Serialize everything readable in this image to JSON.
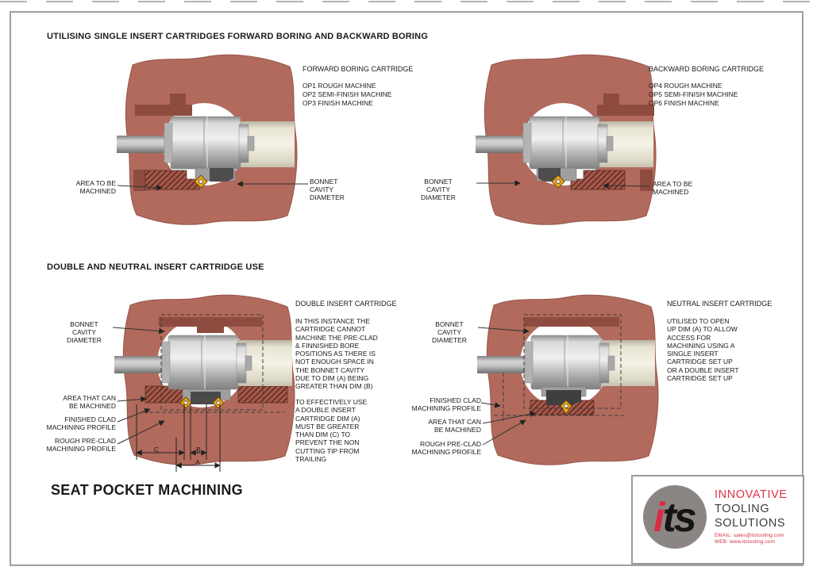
{
  "titles": {
    "section1": "UTILISING SINGLE INSERT CARTRIDGES FORWARD BORING AND BACKWARD BORING",
    "section2": "DOUBLE AND NEUTRAL INSERT CARTRIDGE USE",
    "main": "SEAT POCKET MACHINING"
  },
  "forward": {
    "heading": "FORWARD BORING CARTRIDGE",
    "ops": [
      "OP1 ROUGH MACHINE",
      "OP2 SEMI-FINISH MACHINE",
      "OP3 FINISH MACHINE"
    ],
    "labels": {
      "area": "AREA TO BE\nMACHINED",
      "bonnet": "BONNET\nCAVITY\nDIAMETER"
    }
  },
  "backward": {
    "heading": "BACKWARD BORING CARTRIDGE",
    "ops": [
      "OP4 ROUGH MACHINE",
      "OP5 SEMI-FINISH MACHINE",
      "OP6 FINISH MACHINE"
    ],
    "labels": {
      "bonnet": "BONNET\nCAVITY\nDIAMETER",
      "area": "AREA TO BE\nMACHINED"
    }
  },
  "double": {
    "heading": "DOUBLE INSERT CARTRIDGE",
    "para1": "IN THIS INSTANCE THE\nCARTRIDGE CANNOT\nMACHINE THE PRE-CLAD\n& FINNISHED BORE\nPOSITIONS AS THERE IS\nNOT ENOUGH SPACE IN\nTHE BONNET CAVITY\nDUE TO DIM (A) BEING\nGREATER THAN DIM (B)",
    "para2": "TO EFFECTIVELY USE\nA DOUBLE INSERT\nCARTRIDGE DIM (A)\nMUST BE GREATER\nTHAN DIM (C) TO\nPREVENT THE NON\nCUTTING TIP FROM\nTRAILING",
    "labels": {
      "bonnet": "BONNET\nCAVITY\nDIAMETER",
      "area_can": "AREA THAT CAN\nBE MACHINED",
      "finished": "FINISHED CLAD\nMACHINING PROFILE",
      "rough": "ROUGH PRE-CLAD\nMACHINING PROFILE"
    },
    "dims": {
      "a": "A",
      "b": "B",
      "c": "C"
    }
  },
  "neutral": {
    "heading": "NEUTRAL INSERT CARTRIDGE",
    "para1": "UTILISED TO OPEN\nUP  DIM (A) TO ALLOW\nACCESS FOR\nMACHINING USING A\nSINGLE INSERT\nCARTRIDGE SET UP\nOR A DOUBLE INSERT\nCARTRIDGE SET UP",
    "labels": {
      "bonnet": "BONNET\nCAVITY\nDIAMETER",
      "finished": "FINISHED CLAD\nMACHINING PROFILE",
      "area_can": "AREA THAT CAN\nBE MACHINED",
      "rough": "ROUGH PRE-CLAD\nMACHINING PROFILE"
    }
  },
  "logo": {
    "mark_i": "i",
    "mark_ts": "ts",
    "line1": "INNOVATIVE",
    "line2": "TOOLING",
    "line3": "SOLUTIONS",
    "email": "EMAIL: sales@itstooling.com",
    "web": "WEB: www.itstooling.com"
  },
  "colors": {
    "body_fill": "#b16a5c",
    "body_dark": "#8d4c3f",
    "hatch_bg": "#a5584a",
    "hatch_line": "#56281f",
    "insert_gold": "#f2a71b",
    "logo_red": "#e13048",
    "logo_circle_gray": "#8b8683"
  }
}
